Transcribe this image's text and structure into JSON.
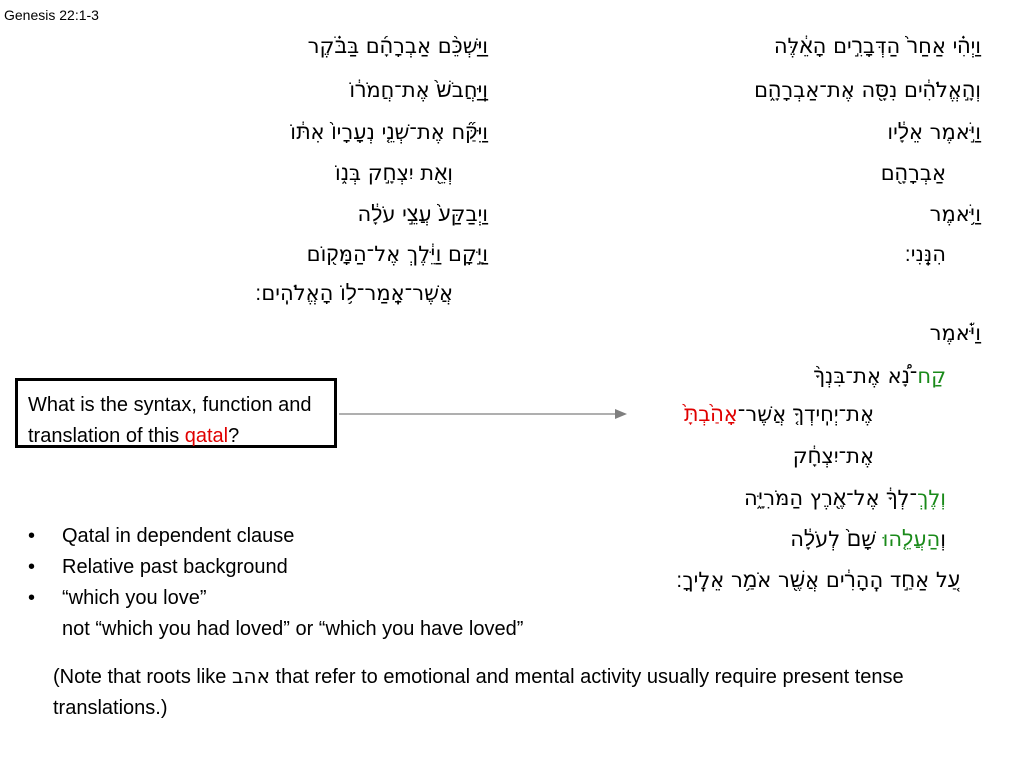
{
  "reference": "Genesis 22:1-3",
  "right_column": [
    "וַיְהִ֗י אַחַר֙ הַדְּבָרִ֣ים הָאֵ֔לֶּה",
    "וְהָ֣אֱלֹהִ֔ים נִסָּ֖ה אֶת־אַבְרָהָ֑ם",
    "וַיֹּ֣אמֶר אֵלָ֔יו",
    "אַבְרָהָ֖ם",
    "וַיֹּ֥אמֶר",
    "הִנֵּֽנִי׃",
    "וַיֹּ֡אמֶר"
  ],
  "left_column": [
    "וַיַּשְׁכֵּ֨ם אַבְרָהָ֜ם בַּבֹּ֗קֶר",
    "וַֽיַּחֲבֹשׁ֙ אֶת־חֲמֹר֔וֹ",
    "וַיִּקַּ֞ח אֶת־שְׁנֵ֤י נְעָרָיו֙ אִתּ֔וֹ",
    "וְאֵ֖ת יִצְחָ֣ק בְּנ֑וֹ",
    "וַיְבַקַּע֙ עֲצֵ֣י עֹלָ֔ה",
    "וַיָּ֣קָם וַיֵּ֔לֶךְ אֶל־הַמָּק֖וֹם",
    "אֲשֶׁר־אָֽמַר־ל֥וֹ הָאֱלֹהִֽים׃"
  ],
  "speech": {
    "l1_green": "קַח",
    "l1_rest": "־נָ֠א אֶת־בִּנְךָ֨",
    "l2_plain": "אֶת־יְחִֽידְךָ֤ אֲשֶׁר־",
    "l2_red": "אָהַ֙בְתָּ֙",
    "l3": "אֶת־יִצְחָ֔ק",
    "l4_green": "וְלֶךְ",
    "l4_rest": "־לְךָ֔ אֶל־אֶ֖רֶץ הַמֹּרִיָּ֑ה",
    "l5_first": "וְ",
    "l5_green": "הַעֲלֵ֤הוּ",
    "l5_rest": " שָׁם֙ לְעֹלָ֔ה",
    "l6": "עַ֚ל אַחַ֣ד הֶֽהָרִ֔ים אֲשֶׁ֖ר אֹמַ֥ר אֵלֶֽיךָ׃"
  },
  "question": {
    "text": "What is the syntax, function and translation of this ",
    "highlight": "qatal",
    "end": "?"
  },
  "bullets": [
    "Qatal in dependent clause",
    "Relative past background",
    "“which you love”"
  ],
  "bullet_continuation": "not “which you had loved” or “which you have loved”",
  "note": {
    "before": "(Note that roots like ",
    "hebrew": "אהב",
    "after": " that refer to emotional and mental activity usually require present tense translations.)"
  },
  "colors": {
    "green": "#1a8a1a",
    "red": "#e00000",
    "text": "#000000"
  }
}
